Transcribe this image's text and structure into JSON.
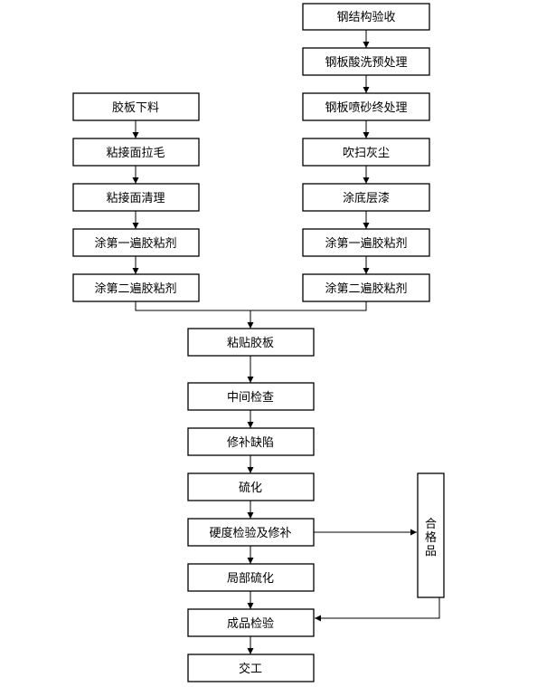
{
  "steps": {
    "steel_inspection": "钢结构验收",
    "pickling_pretreat": "钢板酸洗预处理",
    "sandblast_final": "钢板喷砂终处理",
    "blow_dust": "吹扫灰尘",
    "primer": "涂底层漆",
    "right_glue_1": "涂第一遍胶粘剂",
    "right_glue_2": "涂第二遍胶粘剂",
    "rubber_cutting": "胶板下料",
    "roughen": "粘接面拉毛",
    "clean": "粘接面清理",
    "left_glue_1": "涂第一遍胶粘剂",
    "left_glue_2": "涂第二遍胶粘剂",
    "stick_rubber": "粘贴胶板",
    "mid_check": "中间检查",
    "repair_defects": "修补缺陷",
    "vulcanize": "硫化",
    "hardness_check": "硬度检验及修补",
    "local_vulcanize": "局部硫化",
    "product_check": "成品检验",
    "handover": "交工",
    "qualified": "合格品"
  }
}
